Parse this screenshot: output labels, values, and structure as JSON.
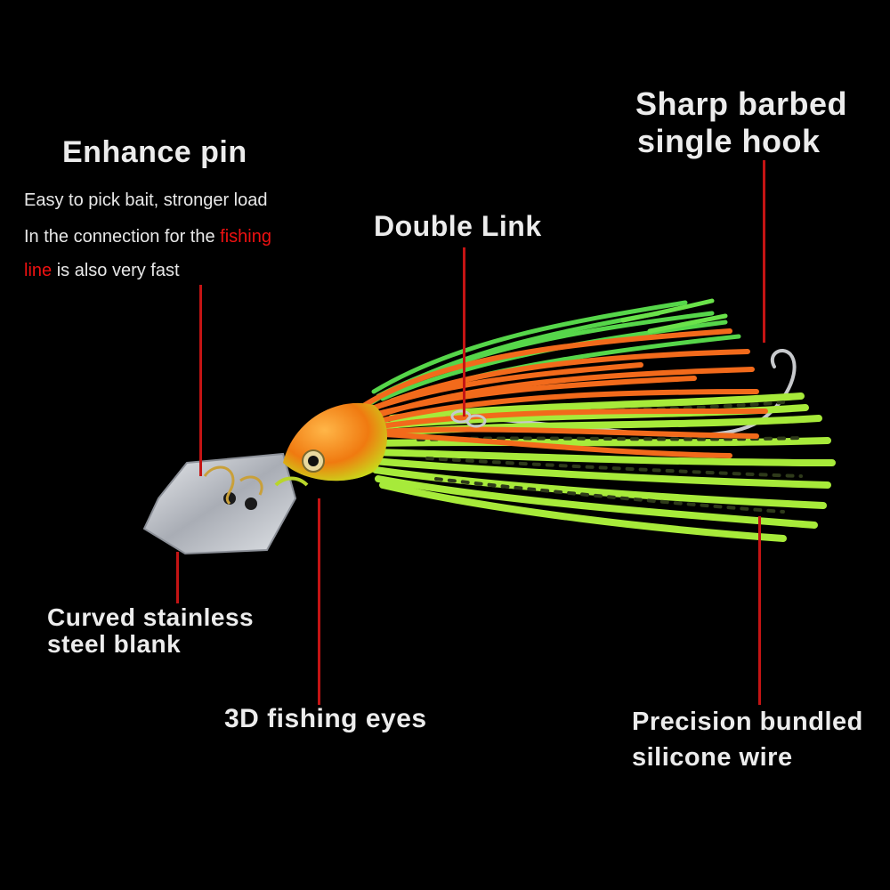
{
  "labels": {
    "enhance_pin": {
      "title": "Enhance pin",
      "line1": "Easy to pick bait, stronger load",
      "line2_prefix": "In the connection for the ",
      "line2_highlight": "fishing",
      "line3_highlight": "line",
      "line3_suffix": " is also very fast"
    },
    "double_link": "Double Link",
    "sharp_hook": [
      "Sharp barbed",
      "single hook"
    ],
    "curved_blank": [
      "Curved stainless",
      "steel blank"
    ],
    "fishing_eyes": "3D fishing eyes",
    "silicone_wire": [
      "Precision bundled",
      "silicone wire"
    ]
  },
  "colors": {
    "background": "#000000",
    "leader_line": "#c41414",
    "highlight_text": "#ee1111",
    "skirt_green": "#9be34a",
    "skirt_orange": "#f26a1b",
    "head_orange": "#f08a10",
    "blade_silver": "#c9ccd2"
  }
}
